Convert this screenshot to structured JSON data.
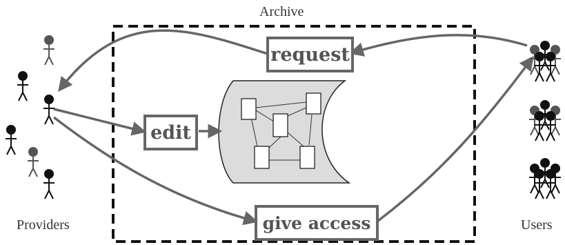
{
  "archive_label": "Archive",
  "providers_label": "Providers",
  "users_label": "Users",
  "actions": {
    "request": "request",
    "edit": "edit",
    "give_access": "give access"
  },
  "colors": {
    "arrow": "#666666",
    "box_border": "#666666",
    "archive_border": "#111111",
    "figure_dark": "#111111",
    "figure_gray": "#555555",
    "scroll_fill": "#dcdcdc",
    "text": "#333333"
  }
}
